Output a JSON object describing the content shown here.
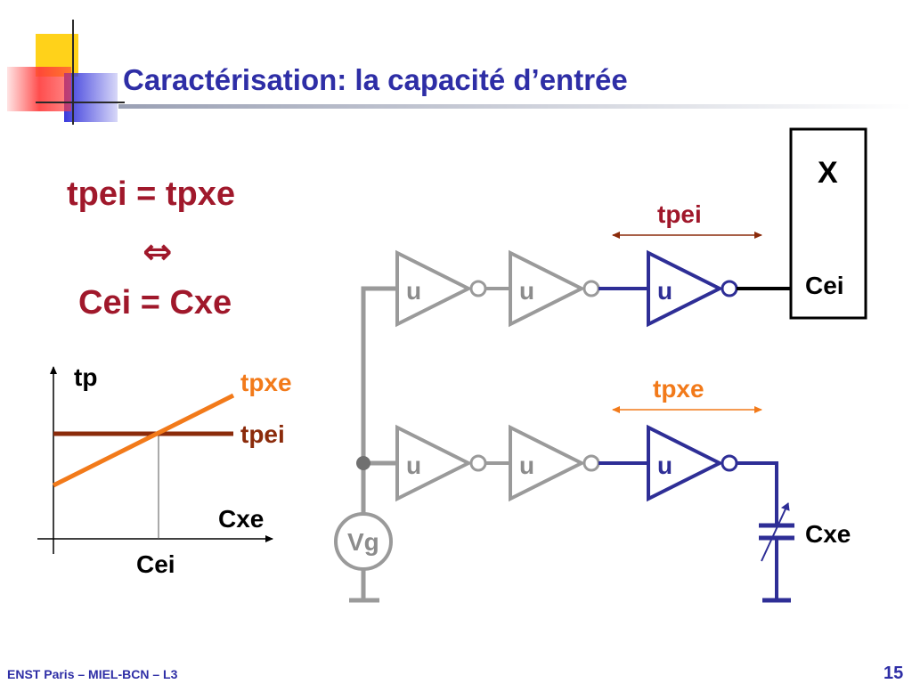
{
  "slide": {
    "title": "Caractérisation: la capacité d’entrée",
    "footer": "ENST Paris – MIEL-BCN – L3",
    "page_number": "15"
  },
  "equations": {
    "line1": "tpei = tpxe",
    "equivalence": "⇔",
    "line2": "Cei = Cxe"
  },
  "graph": {
    "y_label": "tp",
    "x_label": "Cxe",
    "x_marker_label": "Cei",
    "line_increasing_label": "tpxe",
    "line_constant_label": "tpei"
  },
  "circuit": {
    "gate_label": "u",
    "source_label": "Vg",
    "box_title": "X",
    "box_input_label": "Cei",
    "capacitor_label": "Cxe",
    "top_delay_label": "tpei",
    "bottom_delay_label": "tpxe"
  },
  "colors": {
    "title": "#2e2ea6",
    "equation": "#a0182b",
    "gray_wire": "#9a9a9a",
    "blue_gate": "#2e2e96",
    "tpei_line": "#8b2b0b",
    "tpxe_line": "#f27a1a"
  }
}
